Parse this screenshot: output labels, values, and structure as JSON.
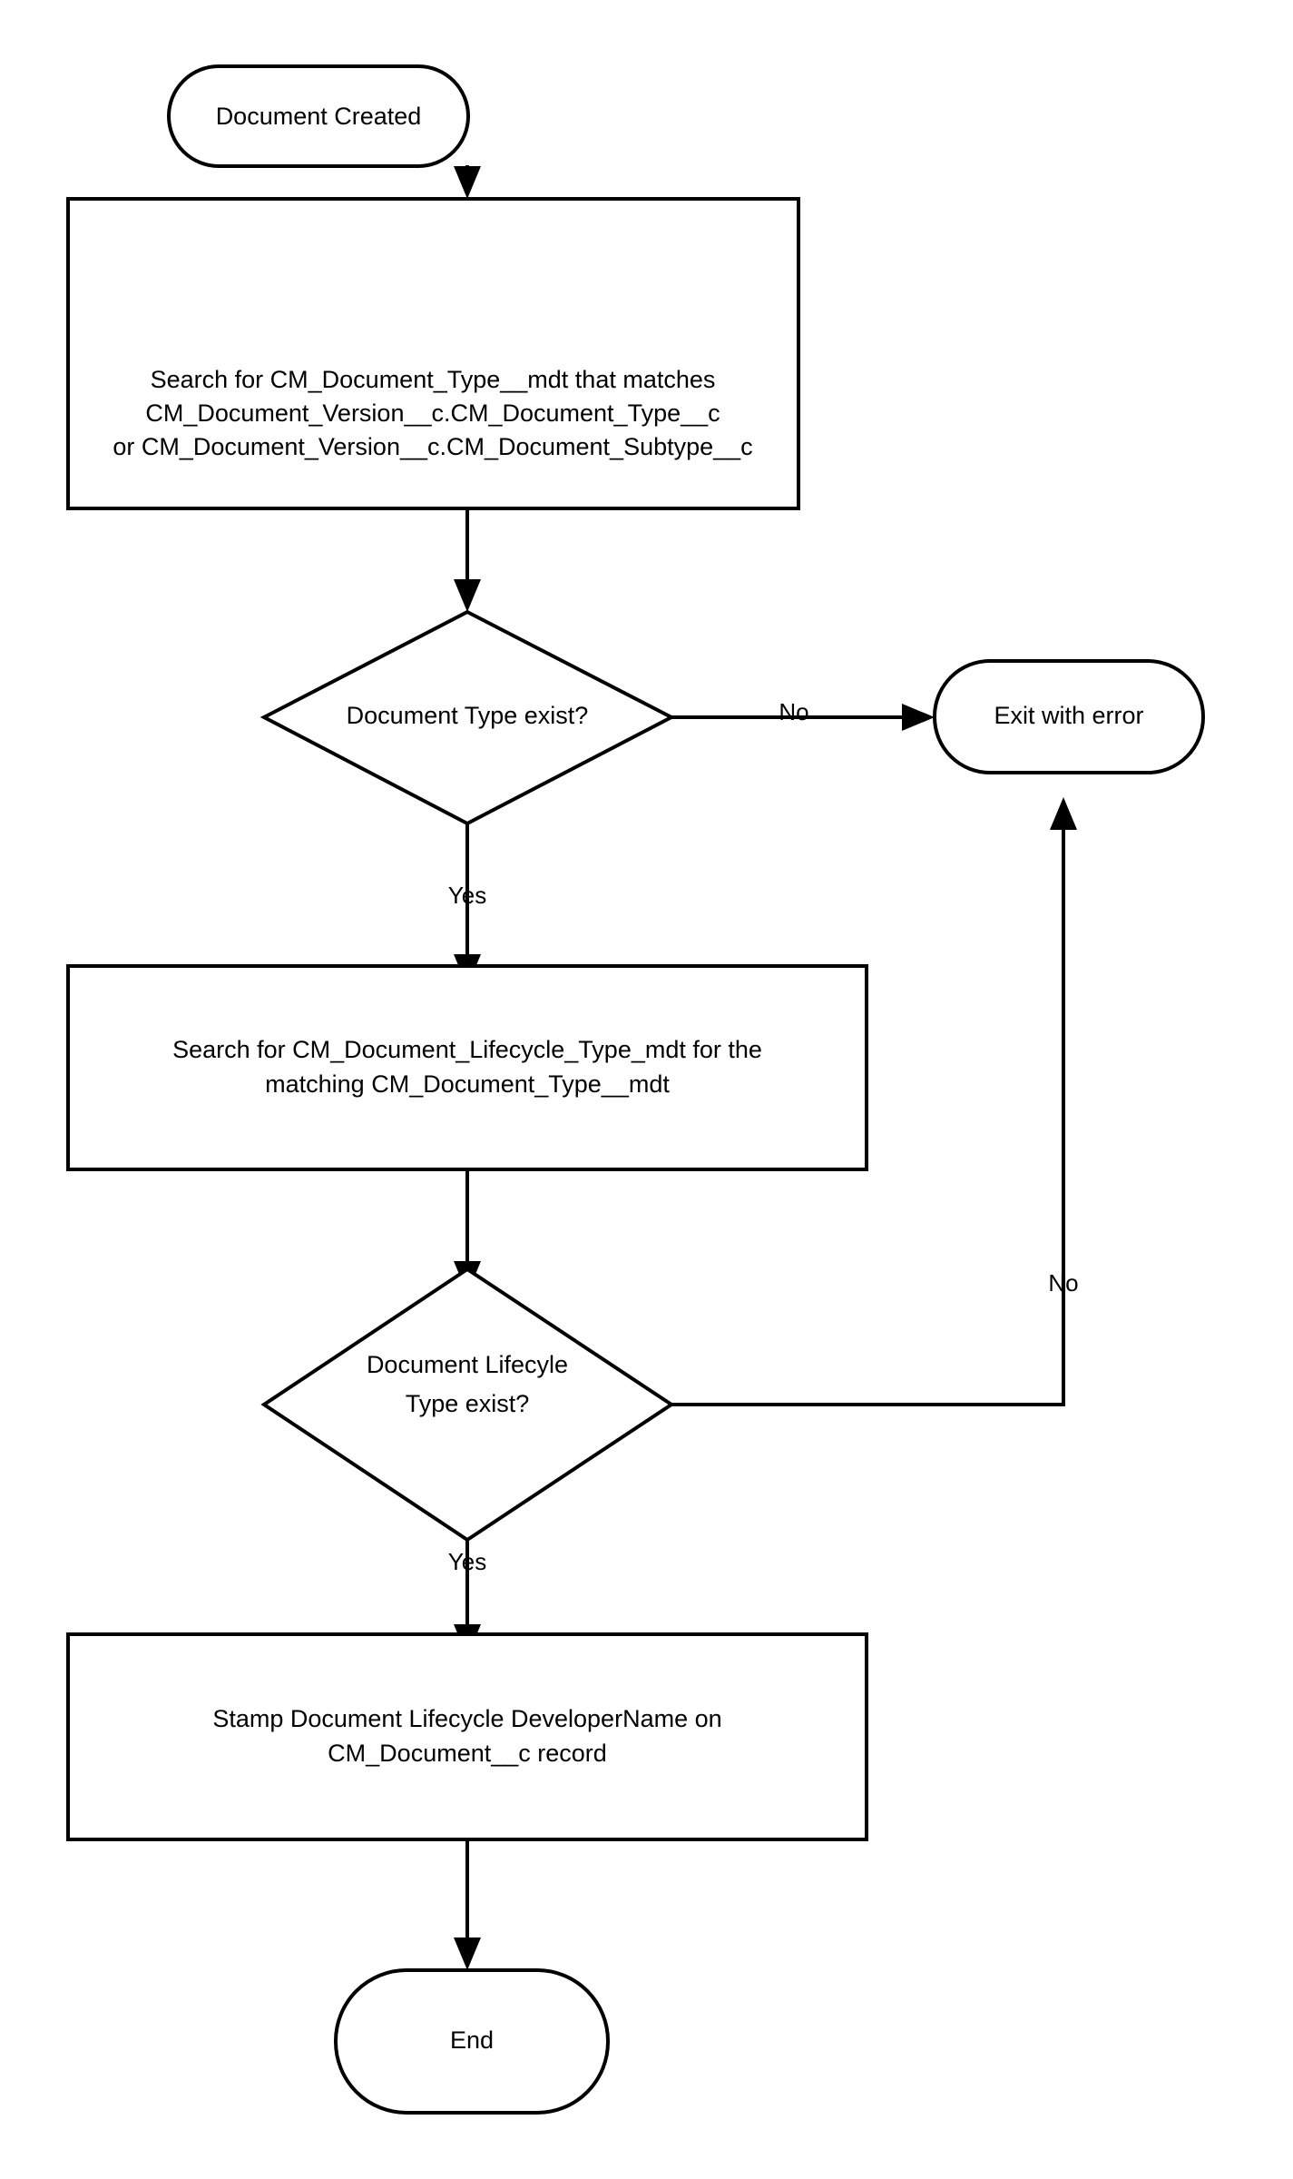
{
  "diagram": {
    "type": "flowchart",
    "title": "Document Lifecycle Stamping Flow",
    "background_color": "#ffffff",
    "stroke_color": "#000000",
    "text_color": "#000000",
    "nodes": [
      {
        "id": "start",
        "shape": "terminator",
        "label": "Document Created"
      },
      {
        "id": "search_doc_type",
        "shape": "process",
        "label_lines": [
          "Search for CM_Document_Type__mdt that matches",
          "CM_Document_Version__c.CM_Document_Type__c",
          "or CM_Document_Version__c.CM_Document_Subtype__c"
        ]
      },
      {
        "id": "doc_type_exists",
        "shape": "decision",
        "label_lines": [
          "Document Type exist?"
        ]
      },
      {
        "id": "exit_error",
        "shape": "terminator",
        "label": "Exit with error"
      },
      {
        "id": "search_lifecycle_type",
        "shape": "process",
        "label_lines": [
          "Search for CM_Document_Lifecycle_Type_mdt for the",
          "matching CM_Document_Type__mdt"
        ]
      },
      {
        "id": "lifecycle_type_exists",
        "shape": "decision",
        "label_lines": [
          "Document Lifecyle",
          "Type exist?"
        ]
      },
      {
        "id": "stamp_lifecycle",
        "shape": "process",
        "label_lines": [
          "Stamp Document Lifecycle DeveloperName on",
          "CM_Document__c record"
        ]
      },
      {
        "id": "end",
        "shape": "terminator",
        "label": "End"
      }
    ],
    "edges": [
      {
        "id": "e1",
        "from": "start",
        "to": "search_doc_type",
        "label": ""
      },
      {
        "id": "e2",
        "from": "search_doc_type",
        "to": "doc_type_exists",
        "label": ""
      },
      {
        "id": "e3",
        "from": "doc_type_exists",
        "to": "exit_error",
        "label": "No"
      },
      {
        "id": "e4",
        "from": "doc_type_exists",
        "to": "search_lifecycle_type",
        "label": "Yes"
      },
      {
        "id": "e5",
        "from": "search_lifecycle_type",
        "to": "lifecycle_type_exists",
        "label": ""
      },
      {
        "id": "e6",
        "from": "lifecycle_type_exists",
        "to": "exit_error",
        "label": "No"
      },
      {
        "id": "e7",
        "from": "lifecycle_type_exists",
        "to": "stamp_lifecycle",
        "label": "Yes"
      },
      {
        "id": "e8",
        "from": "stamp_lifecycle",
        "to": "end",
        "label": ""
      }
    ]
  }
}
